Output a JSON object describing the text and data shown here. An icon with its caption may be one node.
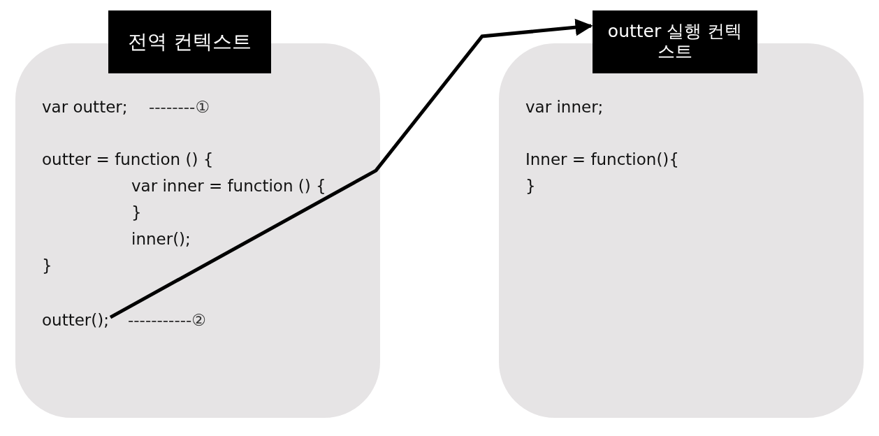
{
  "diagram": {
    "nodes": [
      {
        "text": [
          "전역 컨텍스트"
        ]
      },
      {
        "text": [
          "var outter;",
          "outter = function () {",
          "var inner = function () {",
          "}",
          "inner();",
          "}"
        ]
      },
      {
        "text": [
          "outter();"
        ],
        "in": 1
      },
      {
        "text": [
          "outter 실행 컨텍스트"
        ]
      },
      {
        "text": [
          "var inner;",
          "Inner = function(){",
          "}"
        ]
      }
    ],
    "edges": [
      {
        "from": 2,
        "to": 3,
        "arrow": "to"
      }
    ],
    "labels": [
      "--------①",
      "-----------②"
    ]
  }
}
